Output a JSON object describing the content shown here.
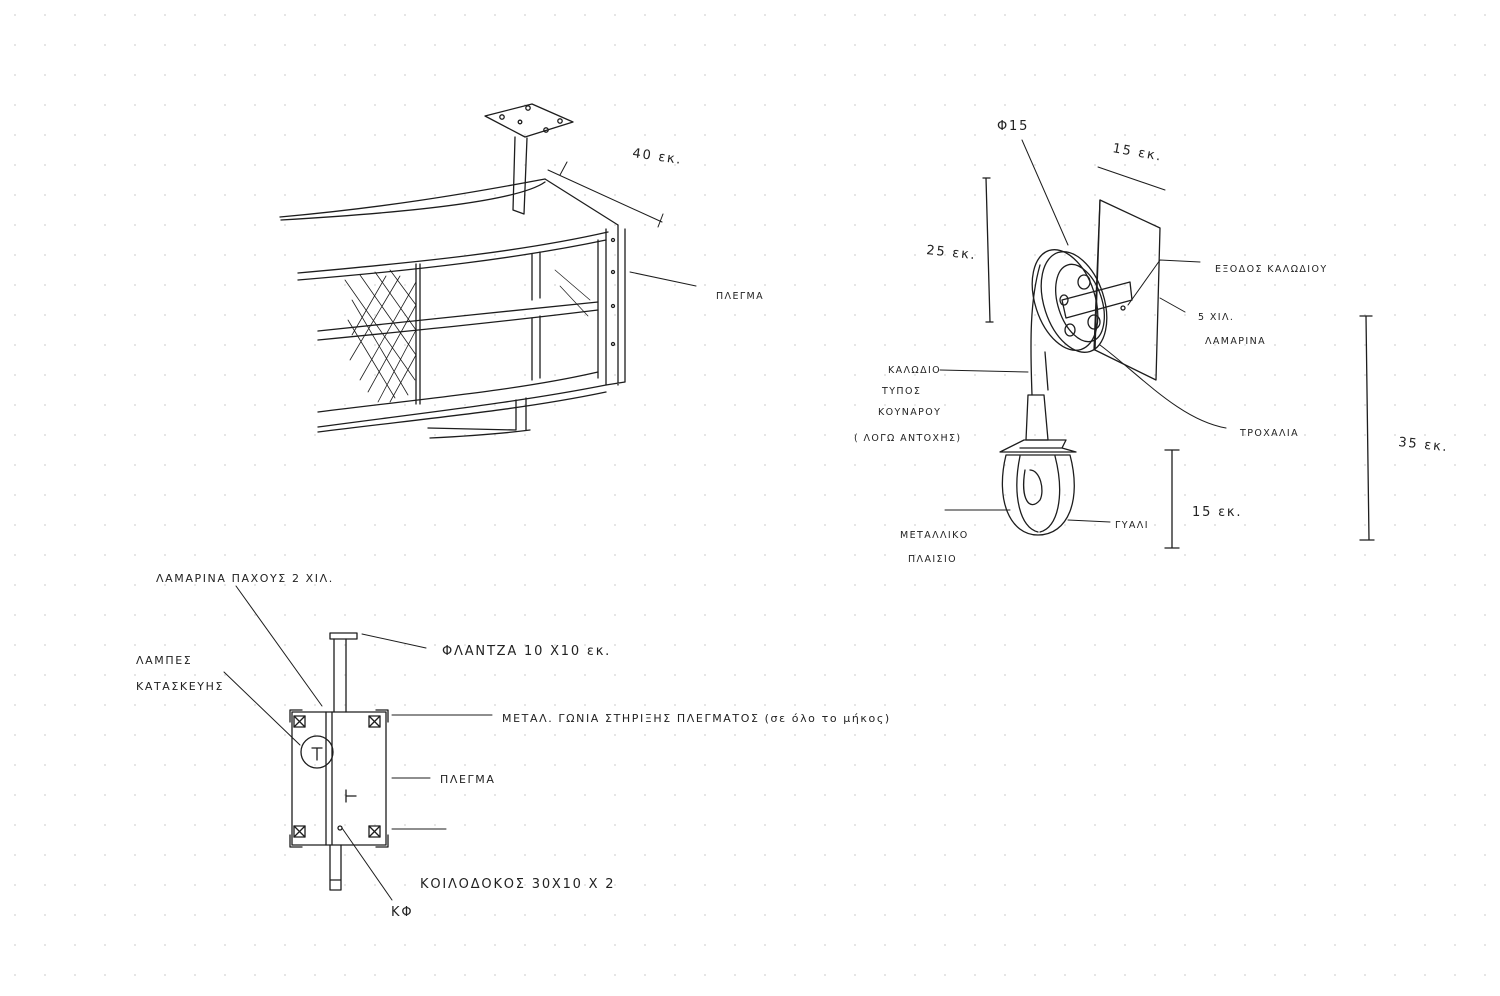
{
  "sketch_1_perspective": {
    "dimension_depth": "40 εκ.",
    "label_mesh": "ΠΛΕΓΜΑ"
  },
  "sketch_2_lamp": {
    "label_diameter": "Φ15",
    "dimension_plate_width": "15 εκ.",
    "dimension_plate_height": "25 εκ.",
    "label_cable_exit": "ΕΞΟΔΟΣ ΚΑΛΩΔΙΟΥ",
    "label_sheet_line1": "5 ΧΙΛ.",
    "label_sheet_line2": "ΛΑΜΑΡΙΝΑ",
    "label_cable_line1": "ΚΑΛΩΔΙΟ",
    "label_cable_line2": "ΤΥΠΟΣ",
    "label_cable_line3": "ΚΟΥΝΑΡΟΥ",
    "label_cable_line4": "( ΛΟΓΩ ΑΝΤΟΧΗΣ)",
    "label_pulley": "ΤΡΟΧΑΛΙΑ",
    "dimension_total": "35 εκ.",
    "dimension_lamp": "15 εκ.",
    "label_glass": "ΓΥΑΛΙ",
    "label_metal_line1": "ΜΕΤΑΛΛΙΚΟ",
    "label_metal_line2": "ΠΛΑΙΣΙΟ"
  },
  "sketch_3_section": {
    "label_sheet_thickness": "ΛΑΜΑΡΙΝΑ ΠΑΧΟΥΣ 2 ΧΙΛ.",
    "label_lamp_line1": "ΛΑΜΠΕΣ",
    "label_lamp_line2": "ΚΑΤΑΣΚΕΥΗΣ",
    "label_flange": "ΦΛΑΝΤΖΑ 10 Χ10 εκ.",
    "label_angle": "ΜΕΤΑΛ. ΓΩΝΙΑ ΣΤΗΡΙΞΗΣ ΠΛΕΓΜΑΤΟΣ (σε όλο το μήκος)",
    "label_mesh": "ΠΛΕΓΜΑ",
    "label_hollow": "ΚΟΙΛΟΔΟΚΟΣ 30Χ10 Χ 2",
    "label_kf": "ΚΦ"
  }
}
